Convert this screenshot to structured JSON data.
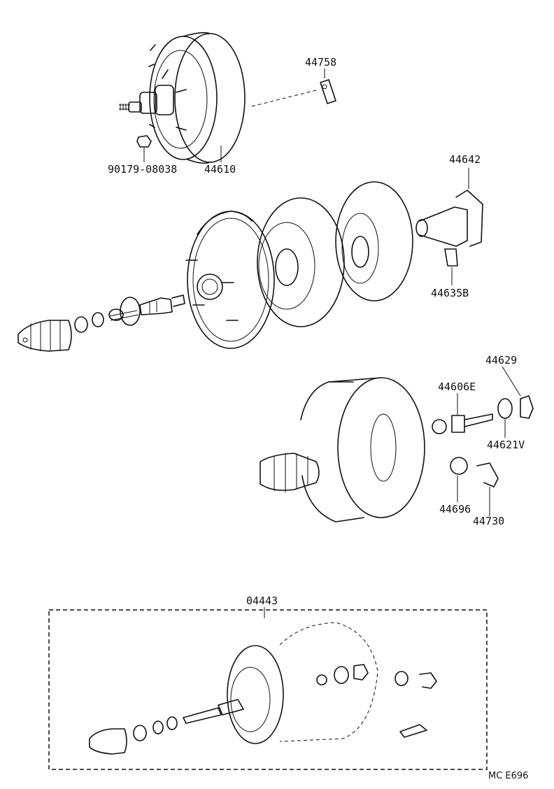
{
  "labels": {
    "p44758": "44758",
    "p90179": "90179-08038",
    "p44610": "44610",
    "p44642": "44642",
    "p44635B": "44635B",
    "p44629": "44629",
    "p44606E": "44606E",
    "p44621V": "44621V",
    "p44696": "44696",
    "p44730": "44730",
    "p04443": "04443"
  },
  "diagram_code": "MC E696"
}
